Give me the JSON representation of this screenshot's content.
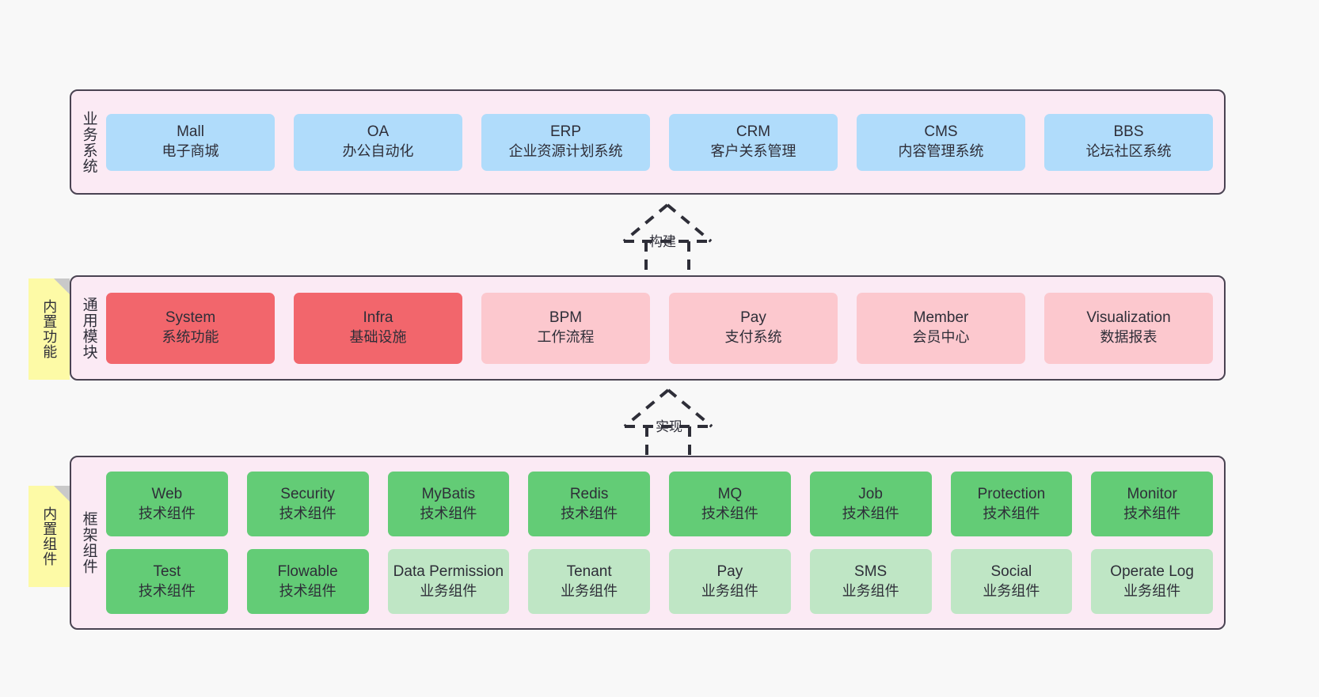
{
  "diagram": {
    "title_hidden": "",
    "colors": {
      "panel_bg": "#fbeaf4",
      "panel_border": "#4a4352",
      "blue": "#b0dcfb",
      "red": "#f2666c",
      "pink": "#fcc8ce",
      "green": "#63cc76",
      "light_green": "#bfe6c5",
      "note_yellow": "#fdfaa6",
      "note_fold": "#c9c9c9",
      "text": "#2e2e38",
      "canvas_bg": "#f8f8f8"
    }
  },
  "layers": [
    {
      "id": "business-system",
      "title": "业务系统",
      "rows": [
        {
          "boxes": [
            {
              "en": "Mall",
              "cn": "电子商城",
              "style": "blue"
            },
            {
              "en": "OA",
              "cn": "办公自动化",
              "style": "blue"
            },
            {
              "en": "ERP",
              "cn": "企业资源计划系统",
              "style": "blue"
            },
            {
              "en": "CRM",
              "cn": "客户关系管理",
              "style": "blue"
            },
            {
              "en": "CMS",
              "cn": "内容管理系统",
              "style": "blue"
            },
            {
              "en": "BBS",
              "cn": "论坛社区系统",
              "style": "blue"
            }
          ]
        }
      ]
    },
    {
      "id": "common-module",
      "title": "通用模块",
      "rows": [
        {
          "boxes": [
            {
              "en": "System",
              "cn": "系统功能",
              "style": "red"
            },
            {
              "en": "Infra",
              "cn": "基础设施",
              "style": "red"
            },
            {
              "en": "BPM",
              "cn": "工作流程",
              "style": "pink"
            },
            {
              "en": "Pay",
              "cn": "支付系统",
              "style": "pink"
            },
            {
              "en": "Member",
              "cn": "会员中心",
              "style": "pink"
            },
            {
              "en": "Visualization",
              "cn": "数据报表",
              "style": "pink"
            }
          ]
        }
      ]
    },
    {
      "id": "framework-component",
      "title": "框架组件",
      "rows": [
        {
          "boxes": [
            {
              "en": "Web",
              "cn": "技术组件",
              "style": "green"
            },
            {
              "en": "Security",
              "cn": "技术组件",
              "style": "green"
            },
            {
              "en": "MyBatis",
              "cn": "技术组件",
              "style": "green"
            },
            {
              "en": "Redis",
              "cn": "技术组件",
              "style": "green"
            },
            {
              "en": "MQ",
              "cn": "技术组件",
              "style": "green"
            },
            {
              "en": "Job",
              "cn": "技术组件",
              "style": "green"
            },
            {
              "en": "Protection",
              "cn": "技术组件",
              "style": "green"
            },
            {
              "en": "Monitor",
              "cn": "技术组件",
              "style": "green"
            }
          ]
        },
        {
          "boxes": [
            {
              "en": "Test",
              "cn": "技术组件",
              "style": "green"
            },
            {
              "en": "Flowable",
              "cn": "技术组件",
              "style": "green"
            },
            {
              "en": "Data Permission",
              "cn": "业务组件",
              "style": "lightgreen"
            },
            {
              "en": "Tenant",
              "cn": "业务组件",
              "style": "lightgreen"
            },
            {
              "en": "Pay",
              "cn": "业务组件",
              "style": "lightgreen"
            },
            {
              "en": "SMS",
              "cn": "业务组件",
              "style": "lightgreen"
            },
            {
              "en": "Social",
              "cn": "业务组件",
              "style": "lightgreen"
            },
            {
              "en": "Operate Log",
              "cn": "业务组件",
              "style": "lightgreen"
            }
          ]
        }
      ]
    }
  ],
  "notes": [
    {
      "id": "builtin-function",
      "text": "内置功能"
    },
    {
      "id": "builtin-component",
      "text": "内置组件"
    }
  ],
  "arrows": [
    {
      "id": "build",
      "label": "构建",
      "from": "common-module",
      "to": "business-system",
      "style": "dashed-generalization"
    },
    {
      "id": "implement",
      "label": "实现",
      "from": "framework-component",
      "to": "common-module",
      "style": "dashed-generalization"
    }
  ]
}
